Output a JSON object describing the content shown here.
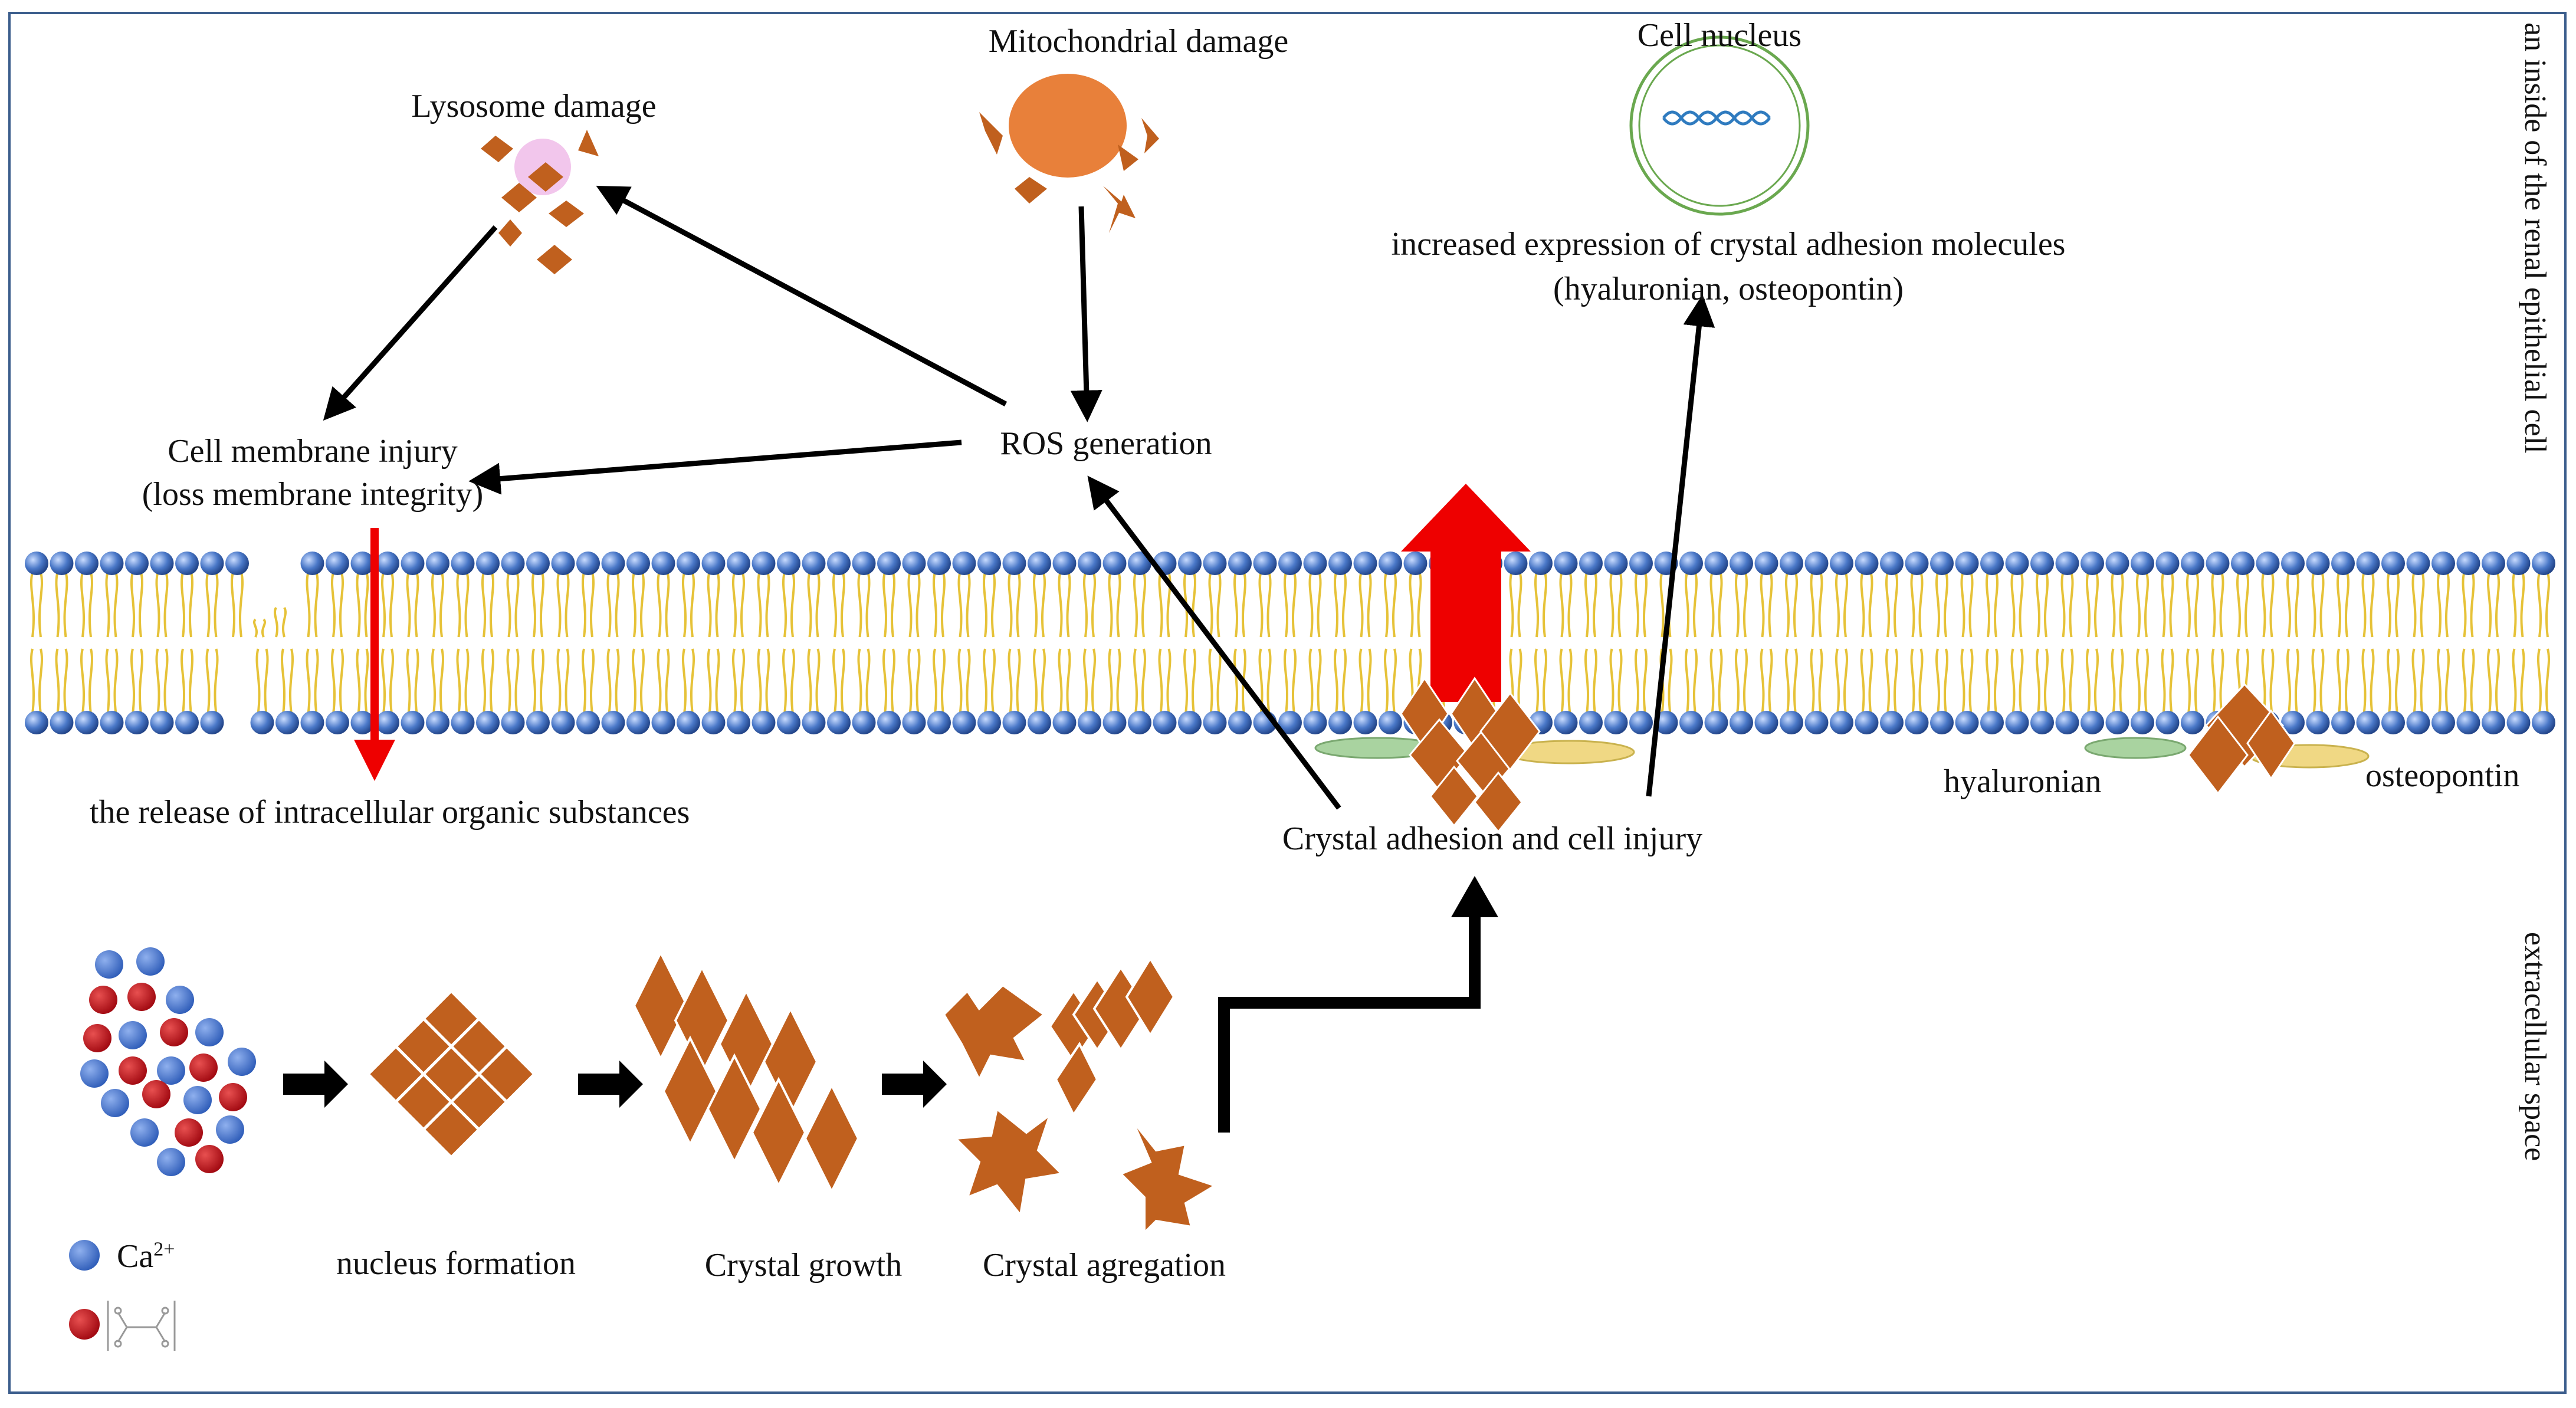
{
  "labels": {
    "lysosome": "Lysosome damage",
    "mitochondrial": "Mitochondrial damage",
    "cell_nucleus": "Cell nucleus",
    "expression_line1": "increased expression of crystal adhesion molecules",
    "expression_line2": "(hyaluronian,  osteopontin)",
    "membrane_line1": "Cell membrane injury",
    "membrane_line2": "(loss membrane integrity)",
    "ros": "ROS generation",
    "release": "the release  of intracellular  organic substances",
    "crystal_adhesion": "Crystal adhesion and cell injury",
    "hyaluronian": "hyaluronian",
    "osteopontin": "osteopontin",
    "nucleus_formation": "nucleus formation",
    "crystal_growth": "Crystal growth",
    "crystal_agregation": "Crystal agregation",
    "inside_cell": "an inside  of the renal epithelial  cell",
    "extracellular": "extracellular  space"
  },
  "legend": {
    "calcium": "Ca",
    "calcium_charge": "2+",
    "oxalate_icon": "oxalate-structure-icon"
  },
  "colors": {
    "crystal": "#c0601e",
    "mitochondrion": "#e8803a",
    "lysosome": "#f2c6ec",
    "calcium_ion": "#3d6fc8",
    "oxalate_ion": "#c0101a",
    "membrane_head": "#4a78c8",
    "membrane_tail": "#e6c238",
    "red_arrow": "#ee0000",
    "nucleus_ring": "#6aa84f",
    "frame": "#3b5d8c"
  }
}
